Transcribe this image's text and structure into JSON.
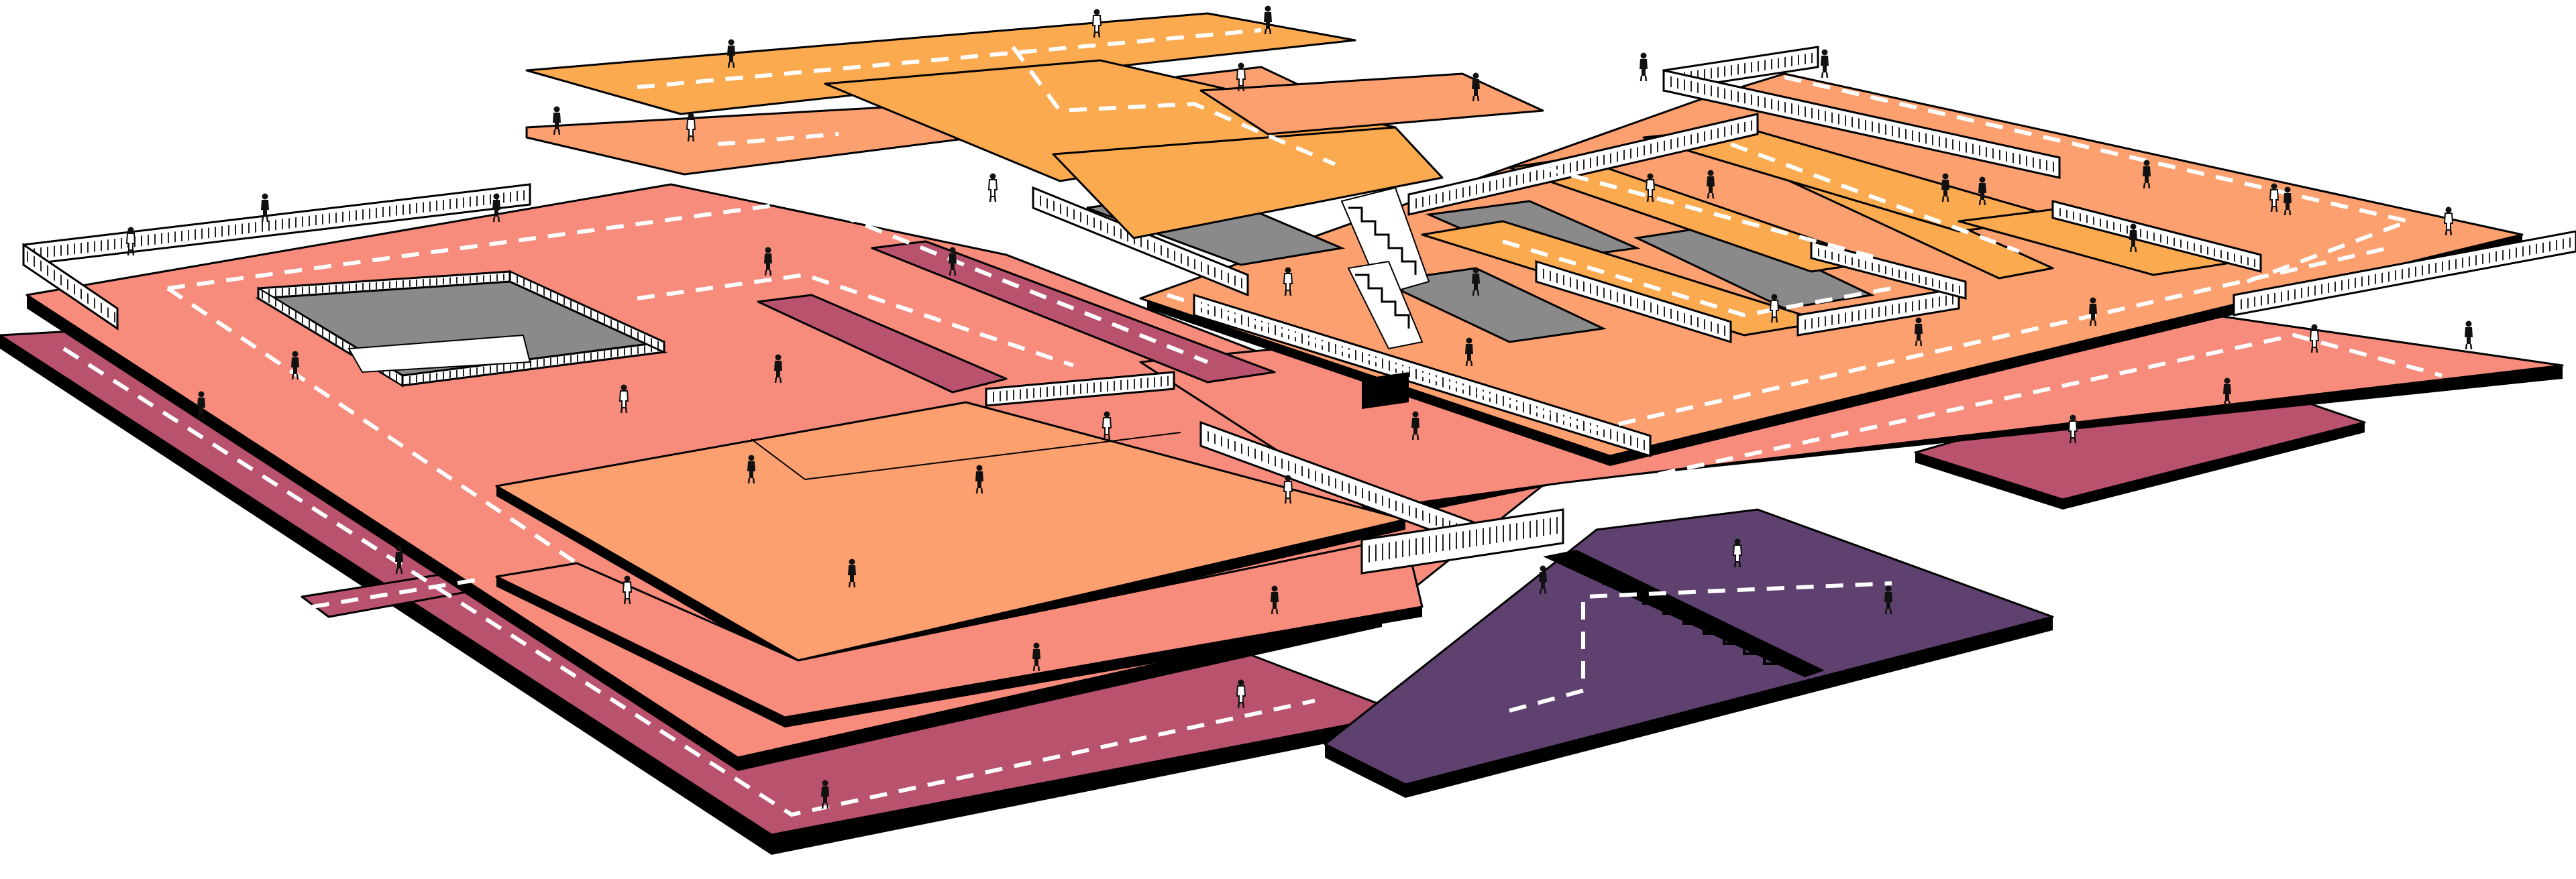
{
  "diagram": {
    "kind": "isometric-multilevel-plan",
    "levels": [
      {
        "level": "lower",
        "color": "#5e416e"
      },
      {
        "level": "ground",
        "color": "#b9526d"
      },
      {
        "level": "first",
        "color": "#f78c7c"
      },
      {
        "level": "second",
        "color": "#fca070"
      },
      {
        "level": "upper",
        "color": "#fcaa4f"
      }
    ],
    "colors": {
      "lower": "#5e416e",
      "ground": "#b9526d",
      "first": "#f78c7c",
      "second": "#fca070",
      "upper": "#fcaa4f",
      "void": "#8a8a8a",
      "circulation": "#ffffff",
      "outline": "#000000"
    },
    "circulation_route": "dashed-white",
    "icons": [
      "person-figure",
      "stair",
      "railing"
    ]
  }
}
